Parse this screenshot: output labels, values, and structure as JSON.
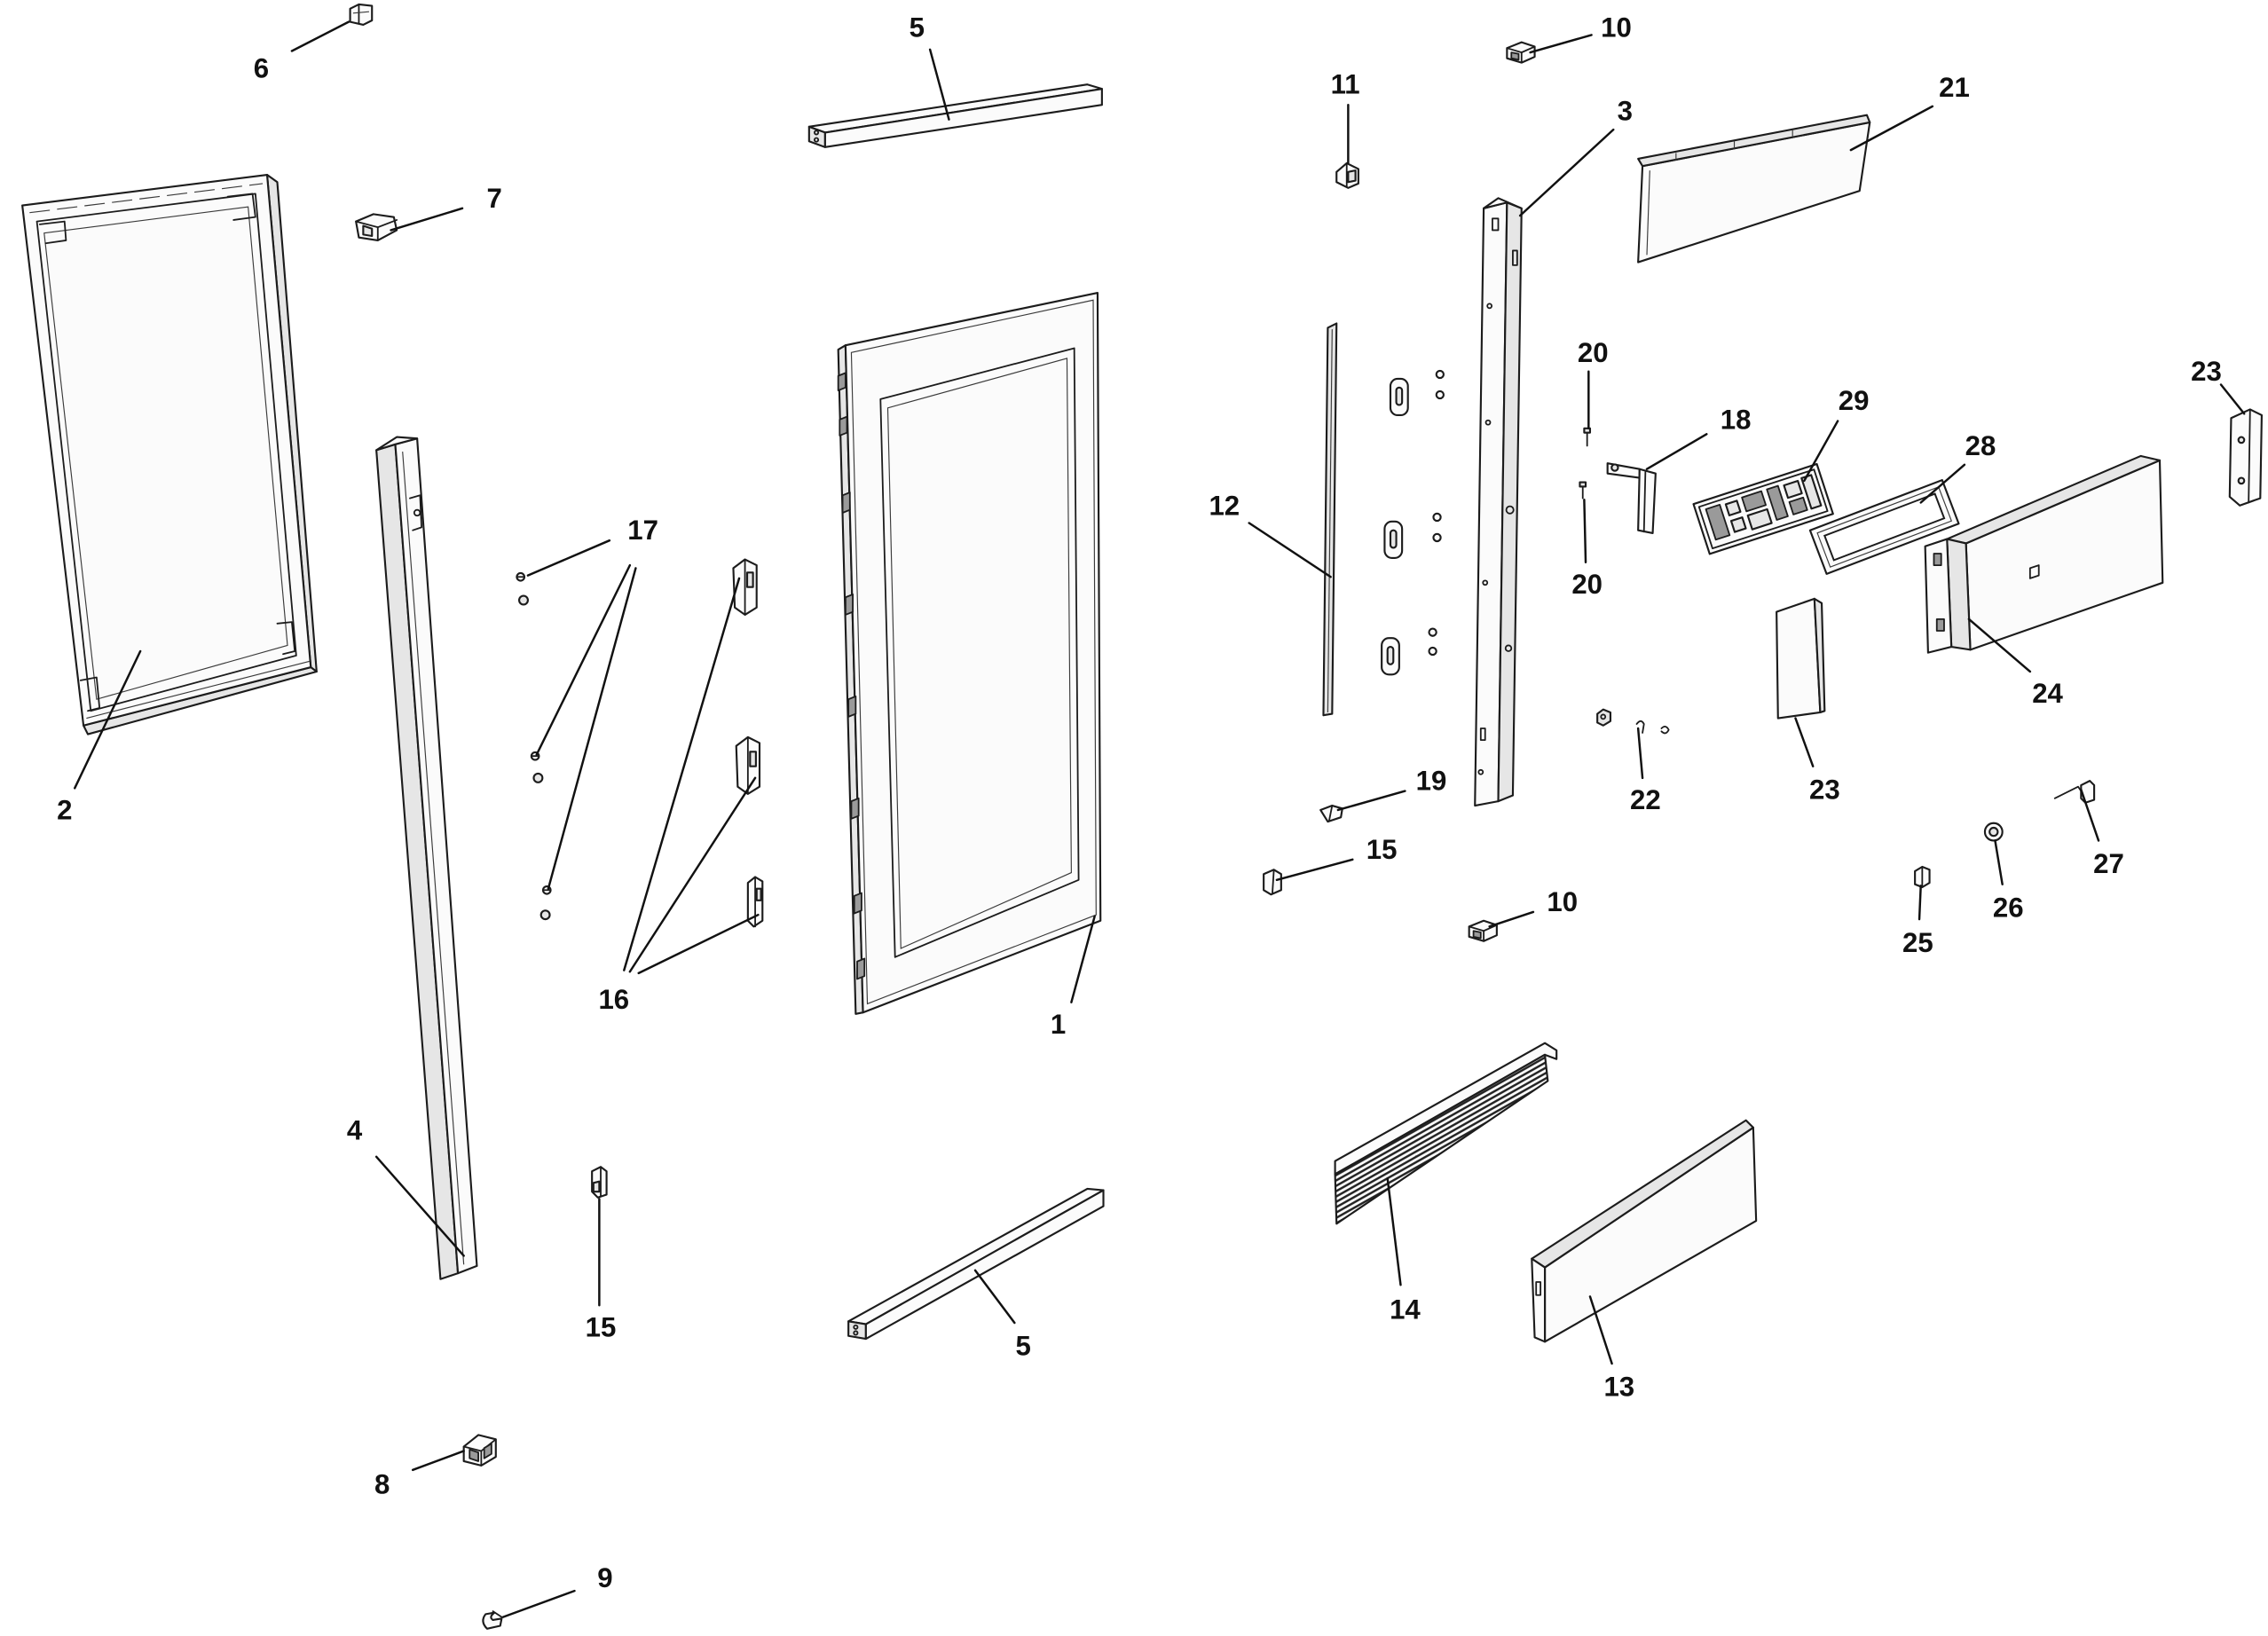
{
  "diagram": {
    "callouts": [
      "6",
      "5",
      "10",
      "11",
      "3",
      "21",
      "7",
      "2",
      "17",
      "16",
      "12",
      "20",
      "18",
      "29",
      "28",
      "23",
      "20",
      "24",
      "23",
      "22",
      "19",
      "15",
      "10",
      "27",
      "26",
      "25",
      "1",
      "4",
      "15",
      "5",
      "14",
      "13",
      "8",
      "9"
    ]
  },
  "colors": {
    "line": "#1c1c1c",
    "label": "#111111",
    "part_fill": "#fbfbfb",
    "part_shade": "#e6e6e6",
    "background": "#ffffff"
  }
}
